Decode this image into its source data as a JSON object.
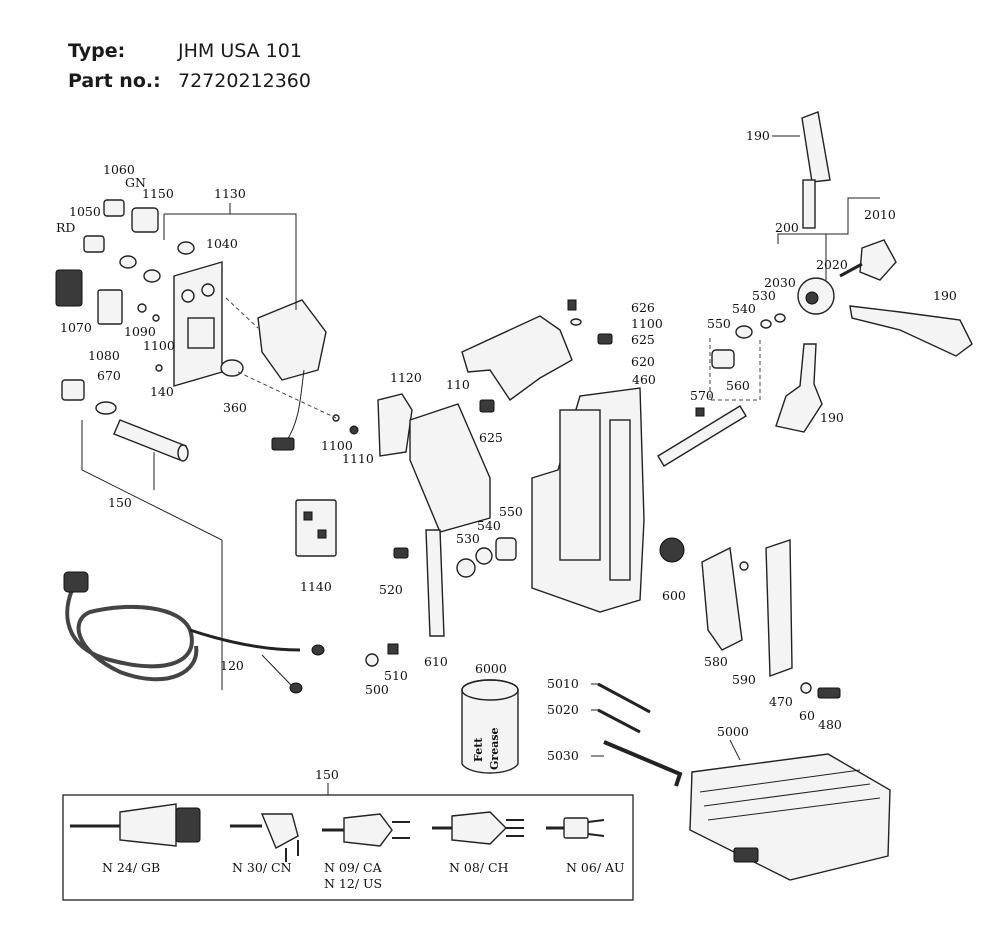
{
  "header": {
    "type_label": "Type:",
    "type_value": "JHM USA 101",
    "part_label": "Part no.:",
    "part_value": "72720212360"
  },
  "parts": {
    "p1060": "1060",
    "pGN": "GN",
    "p1150": "1150",
    "p1130": "1130",
    "p1050": "1050",
    "pRD": "RD",
    "p1040": "1040",
    "p1070": "1070",
    "p1090": "1090",
    "p1080": "1080",
    "p1100a": "1100",
    "p140": "140",
    "p360": "360",
    "p670": "670",
    "p1120": "1120",
    "p110": "110",
    "p1100b": "1100",
    "p1110": "1110",
    "p625a": "625",
    "p150a": "150",
    "p1140": "1140",
    "p520": "520",
    "p530a": "530",
    "p540a": "540",
    "p550a": "550",
    "p120": "120",
    "p610": "610",
    "p510": "510",
    "p500": "500",
    "p626": "626",
    "p1100c": "1100",
    "p625b": "625",
    "p620": "620",
    "p460": "460",
    "p190a": "190",
    "p200": "200",
    "p2010": "2010",
    "p2020": "2020",
    "p2030": "2030",
    "p540b": "540",
    "p530b": "530",
    "p550b": "550",
    "p190b": "190",
    "p560": "560",
    "p570": "570",
    "p190c": "190",
    "p600": "600",
    "p580": "580",
    "p590": "590",
    "p470": "470",
    "p60": "60",
    "p480": "480",
    "p6000": "6000",
    "p5010": "5010",
    "p5020": "5020",
    "p5030": "5030",
    "p5000": "5000",
    "p150b": "150"
  },
  "grease": {
    "line1": "Fett",
    "line2": "Grease"
  },
  "plugs": {
    "gb": "N 24/ GB",
    "cn": "N 30/ CN",
    "ca": "N 09/ CA",
    "us": "N 12/ US",
    "ch": "N 08/ CH",
    "au": "N 06/ AU"
  }
}
